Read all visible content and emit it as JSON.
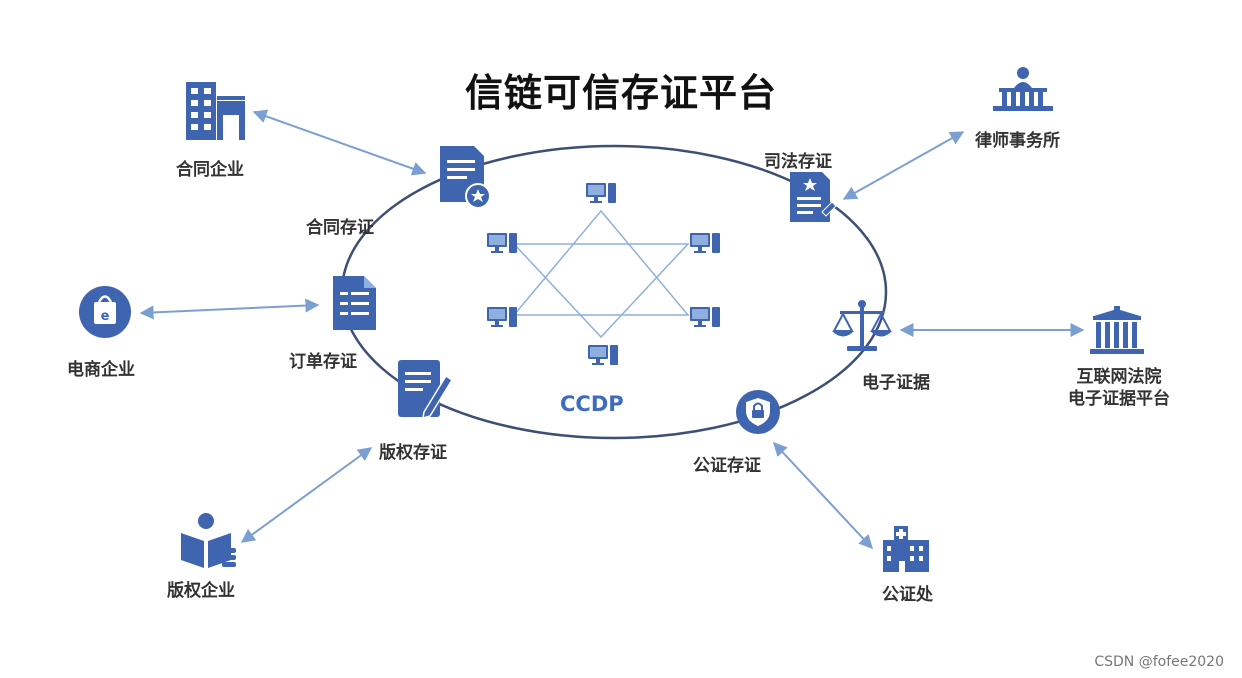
{
  "title": "信链可信存证平台",
  "center_label": "CCDP",
  "watermark": "CSDN @fofee2020",
  "colors": {
    "icon": "#3f64b0",
    "arrow": "#7b9fd2",
    "ring": "#3d4f77",
    "star": "#8fb0de"
  },
  "evidence_types": {
    "contract": "合同存证",
    "judicial": "司法存证",
    "order": "订单存证",
    "copyright": "版权存证",
    "notary": "公证存证",
    "electronic": "电子证据"
  },
  "parties": {
    "contract_company": "合同企业",
    "law_firm": "律师事务所",
    "ecommerce_company": "电商企业",
    "internet_court_line1": "互联网法院",
    "internet_court_line2": "电子证据平台",
    "copyright_company": "版权企业",
    "notary_office": "公证处"
  },
  "icons": {
    "contract_company": "office-building-icon",
    "law_firm": "law-firm-building-icon",
    "ecommerce_company": "shopping-bag-icon",
    "internet_court": "courthouse-icon",
    "copyright_company": "reader-with-book-icon",
    "notary_office": "hospital-building-icon",
    "contract": "document-with-badge-icon",
    "judicial": "certified-document-icon",
    "order": "document-icon",
    "copyright": "document-with-pen-icon",
    "notary": "shield-check-icon",
    "electronic": "balance-scale-icon",
    "node": "computer-node-icon"
  }
}
